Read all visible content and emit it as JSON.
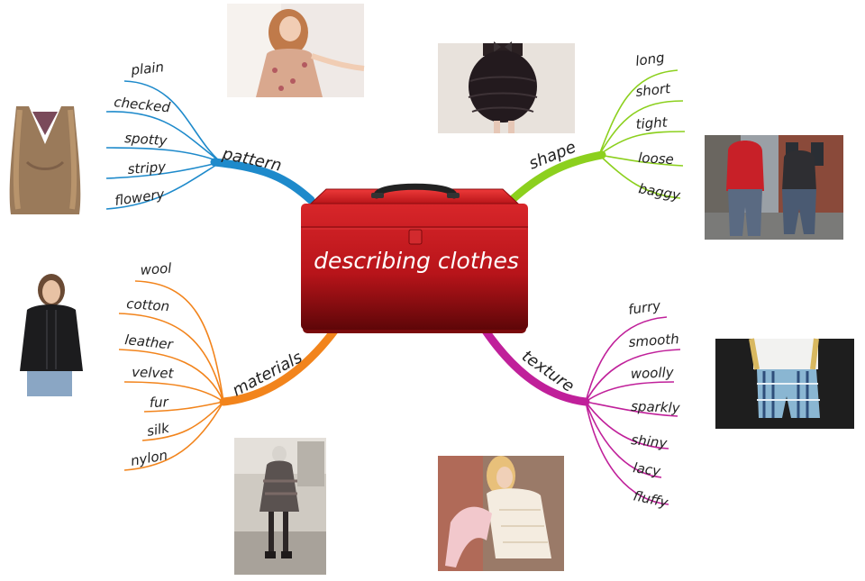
{
  "center": {
    "title": "describing clothes",
    "color": "#c0181c"
  },
  "branches": {
    "pattern": {
      "label": "pattern",
      "color": "#1e8acb",
      "items": [
        "plain",
        "checked",
        "spotty",
        "stripy",
        "flowery"
      ]
    },
    "shape": {
      "label": "shape",
      "color": "#8cd01e",
      "items": [
        "long",
        "short",
        "tight",
        "loose",
        "baggy"
      ]
    },
    "materials": {
      "label": "materials",
      "color": "#f2841c",
      "items": [
        "wool",
        "cotton",
        "leather",
        "velvet",
        "fur",
        "silk",
        "nylon"
      ]
    },
    "texture": {
      "label": "texture",
      "color": "#c0209a",
      "items": [
        "furry",
        "smooth",
        "woolly",
        "sparkly",
        "shiny",
        "lacy",
        "fluffy"
      ]
    }
  },
  "photos": {
    "floral-dress": {
      "icon": "photo-woman-floral-dress"
    },
    "fur-vest": {
      "icon": "photo-fur-vest"
    },
    "black-skirt": {
      "icon": "photo-black-ruffled-skirt"
    },
    "baggy-jeans": {
      "icon": "photo-men-baggy-jeans"
    },
    "leather-jacket": {
      "icon": "photo-woman-leather-jacket"
    },
    "winter-street": {
      "icon": "photo-woman-winter-outfit"
    },
    "lace-top": {
      "icon": "photo-woman-lace-top"
    },
    "striped-shorts": {
      "icon": "photo-striped-shorts"
    }
  }
}
